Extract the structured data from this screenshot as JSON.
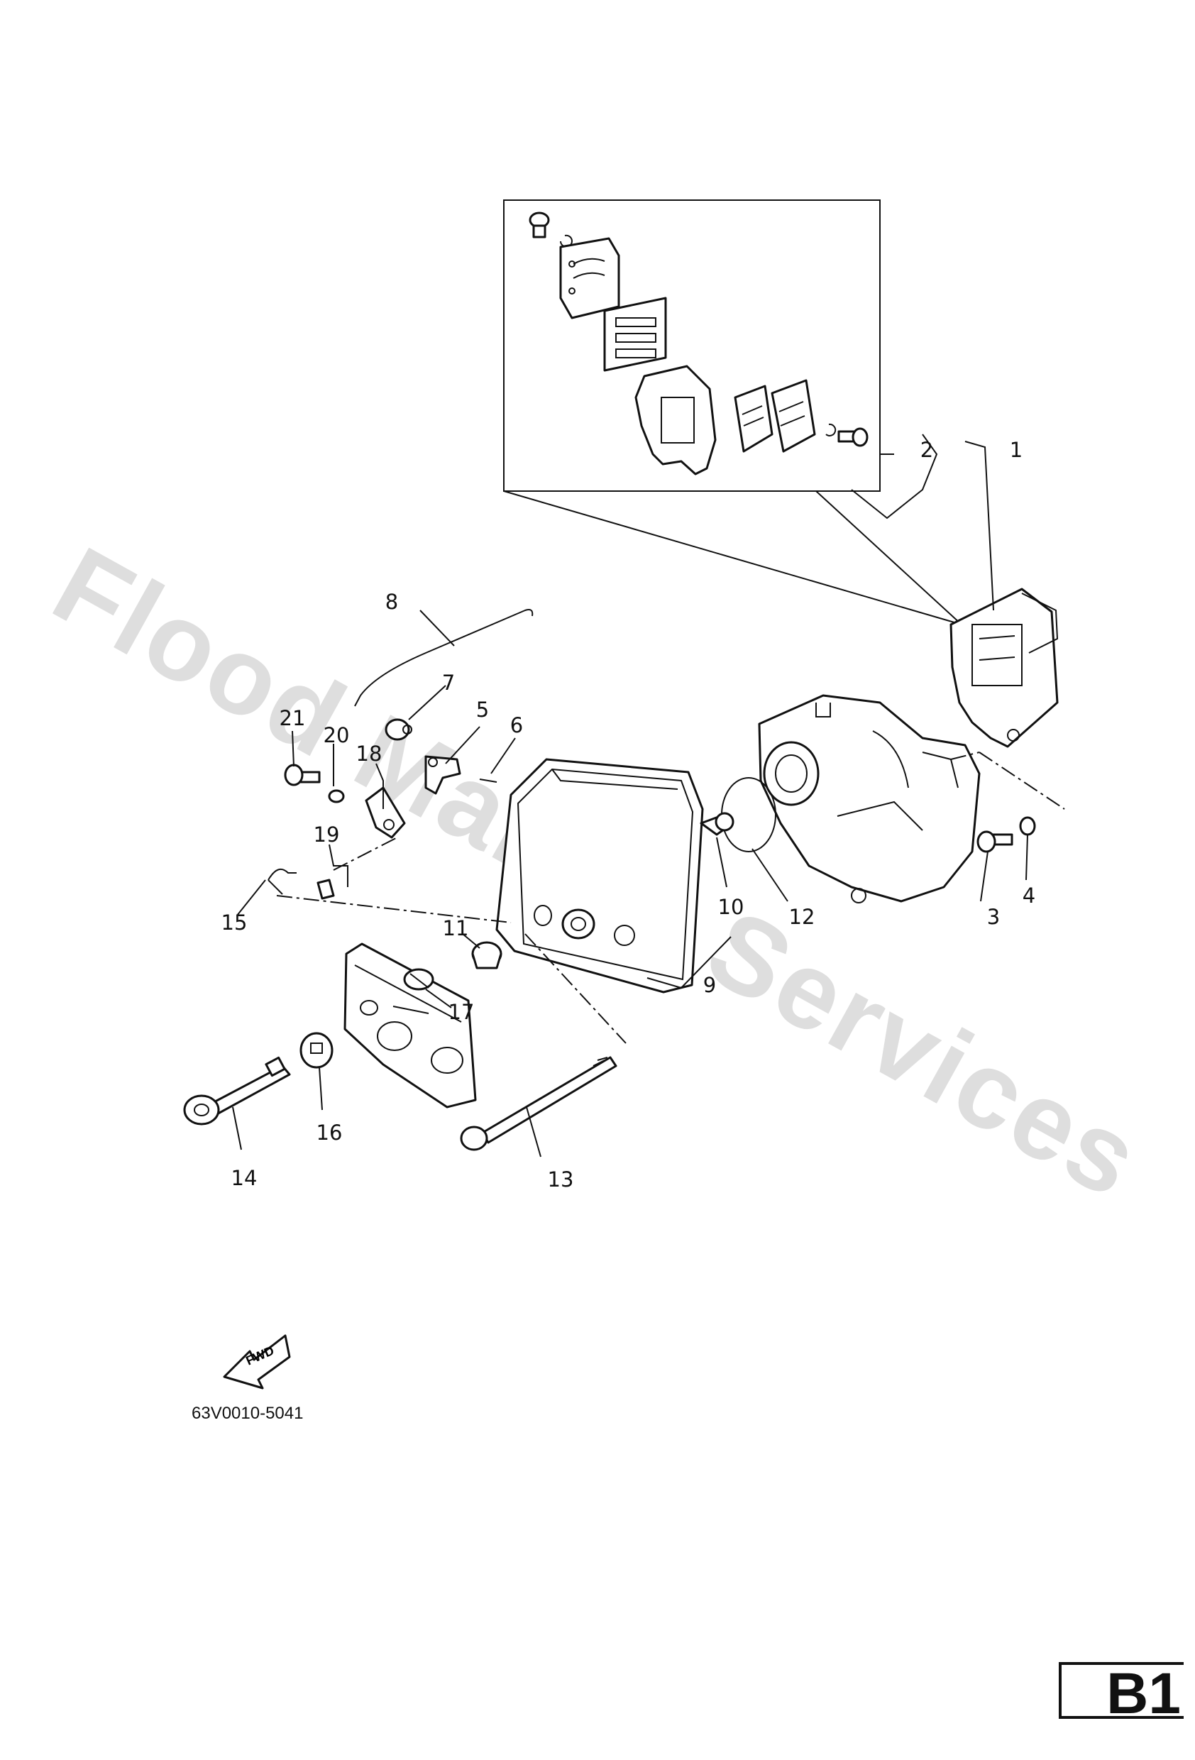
{
  "watermark": "Flood Marine Services",
  "document_code": "63V0010-5041",
  "page_tag": "B1",
  "fwd_arrow_label": "FWD",
  "callouts": [
    {
      "id": "c1",
      "text": "1"
    },
    {
      "id": "c2",
      "text": "2"
    },
    {
      "id": "c3",
      "text": "3"
    },
    {
      "id": "c4",
      "text": "4"
    },
    {
      "id": "c5",
      "text": "5"
    },
    {
      "id": "c6",
      "text": "6"
    },
    {
      "id": "c7",
      "text": "7"
    },
    {
      "id": "c8",
      "text": "8"
    },
    {
      "id": "c9",
      "text": "9"
    },
    {
      "id": "c10",
      "text": "10"
    },
    {
      "id": "c11",
      "text": "11"
    },
    {
      "id": "c12",
      "text": "12"
    },
    {
      "id": "c13",
      "text": "13"
    },
    {
      "id": "c14",
      "text": "14"
    },
    {
      "id": "c15",
      "text": "15"
    },
    {
      "id": "c16",
      "text": "16"
    },
    {
      "id": "c17",
      "text": "17"
    },
    {
      "id": "c18",
      "text": "18"
    },
    {
      "id": "c19",
      "text": "19"
    },
    {
      "id": "c20",
      "text": "20"
    },
    {
      "id": "c21",
      "text": "21"
    }
  ]
}
